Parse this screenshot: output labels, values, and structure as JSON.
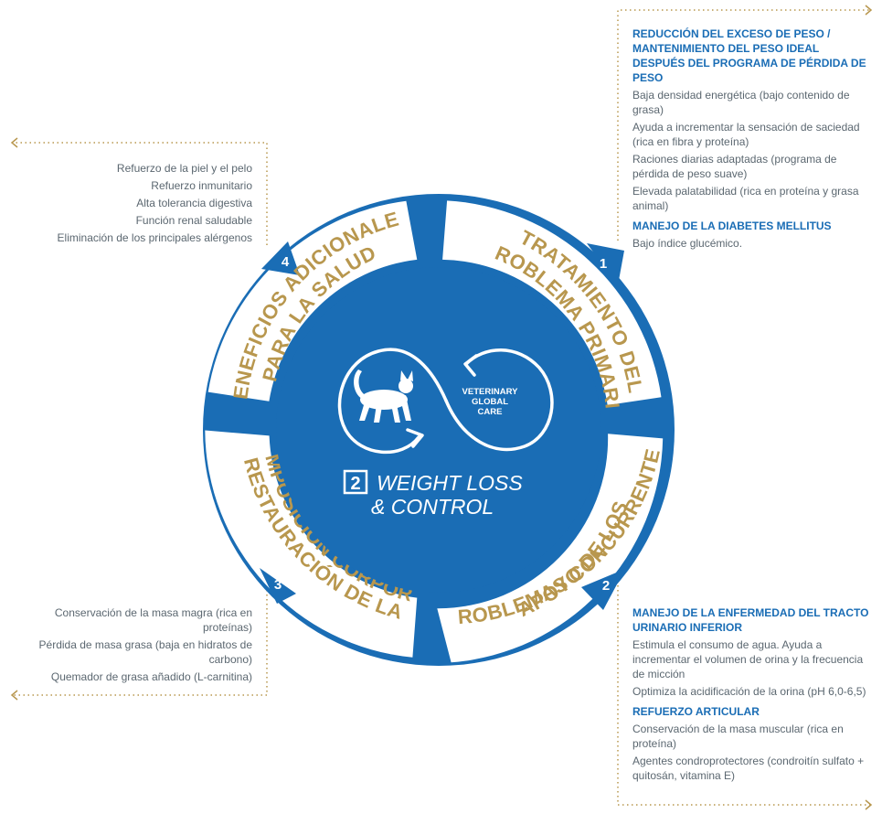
{
  "colors": {
    "blue": "#1a6db5",
    "gold": "#b8974e",
    "text": "#5b6770",
    "white": "#ffffff"
  },
  "center": {
    "logo": "VETERINARY GLOBAL CARE",
    "badge": "2",
    "line1": "WEIGHT LOSS",
    "line2": "& CONTROL"
  },
  "segments": [
    {
      "number": "1",
      "line1": "TRATAMIENTO DEL",
      "line2": "PROBLEMA PRIMARIO"
    },
    {
      "number": "2",
      "line1": "APOYO DE LOS",
      "line2": "PROBLEMAS CONCURRENTES"
    },
    {
      "number": "3",
      "line1": "RESTAURACIÓN DE LA",
      "line2": "COMPOSICIÓN CORPORAL"
    },
    {
      "number": "4",
      "line1": "BENEFICIOS ADICIONALES",
      "line2": "PARA LA SALUD"
    }
  ],
  "panels": {
    "top_right": {
      "heading1": "REDUCCIÓN DEL EXCESO DE PESO / MANTENIMIENTO DEL PESO IDEAL DESPUÉS DEL PROGRAMA DE PÉRDIDA DE PESO",
      "items1": [
        "Baja densidad energética (bajo contenido de grasa)",
        "Ayuda a incrementar la sensación de saciedad (rica en fibra y proteína)",
        "Raciones diarias adaptadas (programa de pérdida de peso suave)",
        "Elevada palatabilidad (rica en proteína y grasa animal)"
      ],
      "heading2": "MANEJO DE LA DIABETES MELLITUS",
      "items2": [
        "Bajo índice glucémico."
      ]
    },
    "bottom_right": {
      "heading1": "MANEJO DE LA ENFERMEDAD DEL TRACTO URINARIO INFERIOR",
      "items1": [
        "Estimula el consumo de agua. Ayuda a incrementar el volumen de orina y la frecuencia de micción",
        "Optimiza la acidificación de la orina (pH 6,0-6,5)"
      ],
      "heading2": "REFUERZO ARTICULAR",
      "items2": [
        "Conservación de la masa muscular (rica en proteína)",
        "Agentes condroprotectores (condroitín sulfato + quitosán, vitamina E)"
      ]
    },
    "top_left": {
      "items": [
        "Refuerzo de la piel y el pelo",
        "Refuerzo inmunitario",
        "Alta tolerancia digestiva",
        "Función renal saludable",
        "Eliminación de los principales alérgenos"
      ]
    },
    "bottom_left": {
      "items": [
        "Conservación de la masa magra (rica en proteínas)",
        "Pérdida de masa grasa (baja en hidratos de carbono)",
        "Quemador de grasa añadido (L-carnitina)"
      ]
    }
  }
}
